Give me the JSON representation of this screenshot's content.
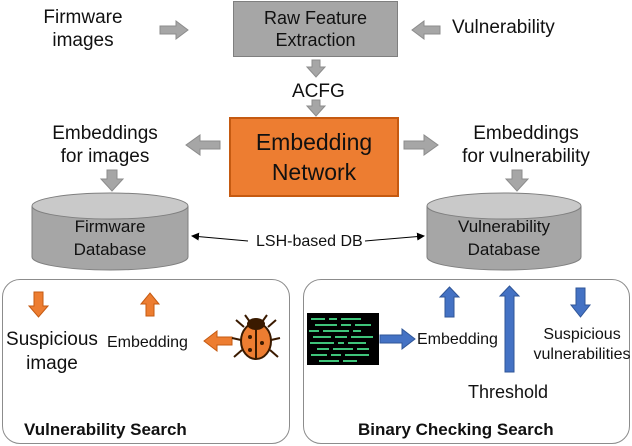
{
  "top": {
    "firmware_images": [
      "Firmware",
      "images"
    ],
    "raw_feature_extraction": [
      "Raw Feature",
      "Extraction"
    ],
    "vulnerability": "Vulnerability",
    "acfg": "ACFG"
  },
  "middle": {
    "embeddings_images": [
      "Embeddings",
      "for images"
    ],
    "embedding_network": [
      "Embedding",
      "Network"
    ],
    "embeddings_vulnerability": [
      "Embeddings",
      "for vulnerability"
    ]
  },
  "databases": {
    "firmware_db": [
      "Firmware",
      "Database"
    ],
    "lsh_db": "LSH-based DB",
    "vulnerability_db": [
      "Vulnerability",
      "Database"
    ]
  },
  "vulnerability_search": {
    "title": "Vulnerability Search",
    "suspicious_image": [
      "Suspicious",
      "image"
    ],
    "embedding": "Embedding"
  },
  "binary_checking_search": {
    "title": "Binary Checking Search",
    "embedding": "Embedding",
    "suspicious_vulnerabilities": [
      "Suspicious",
      "vulnerabilities"
    ],
    "threshold": "Threshold"
  },
  "colors": {
    "gray_box": "#a6a6a6",
    "orange": "#ed7d31",
    "blue": "#4472c4",
    "arrow_gray": "#a6a6a6"
  },
  "icons": {
    "bug": "bug-icon",
    "code_screen": "binary-code-screen-icon"
  }
}
